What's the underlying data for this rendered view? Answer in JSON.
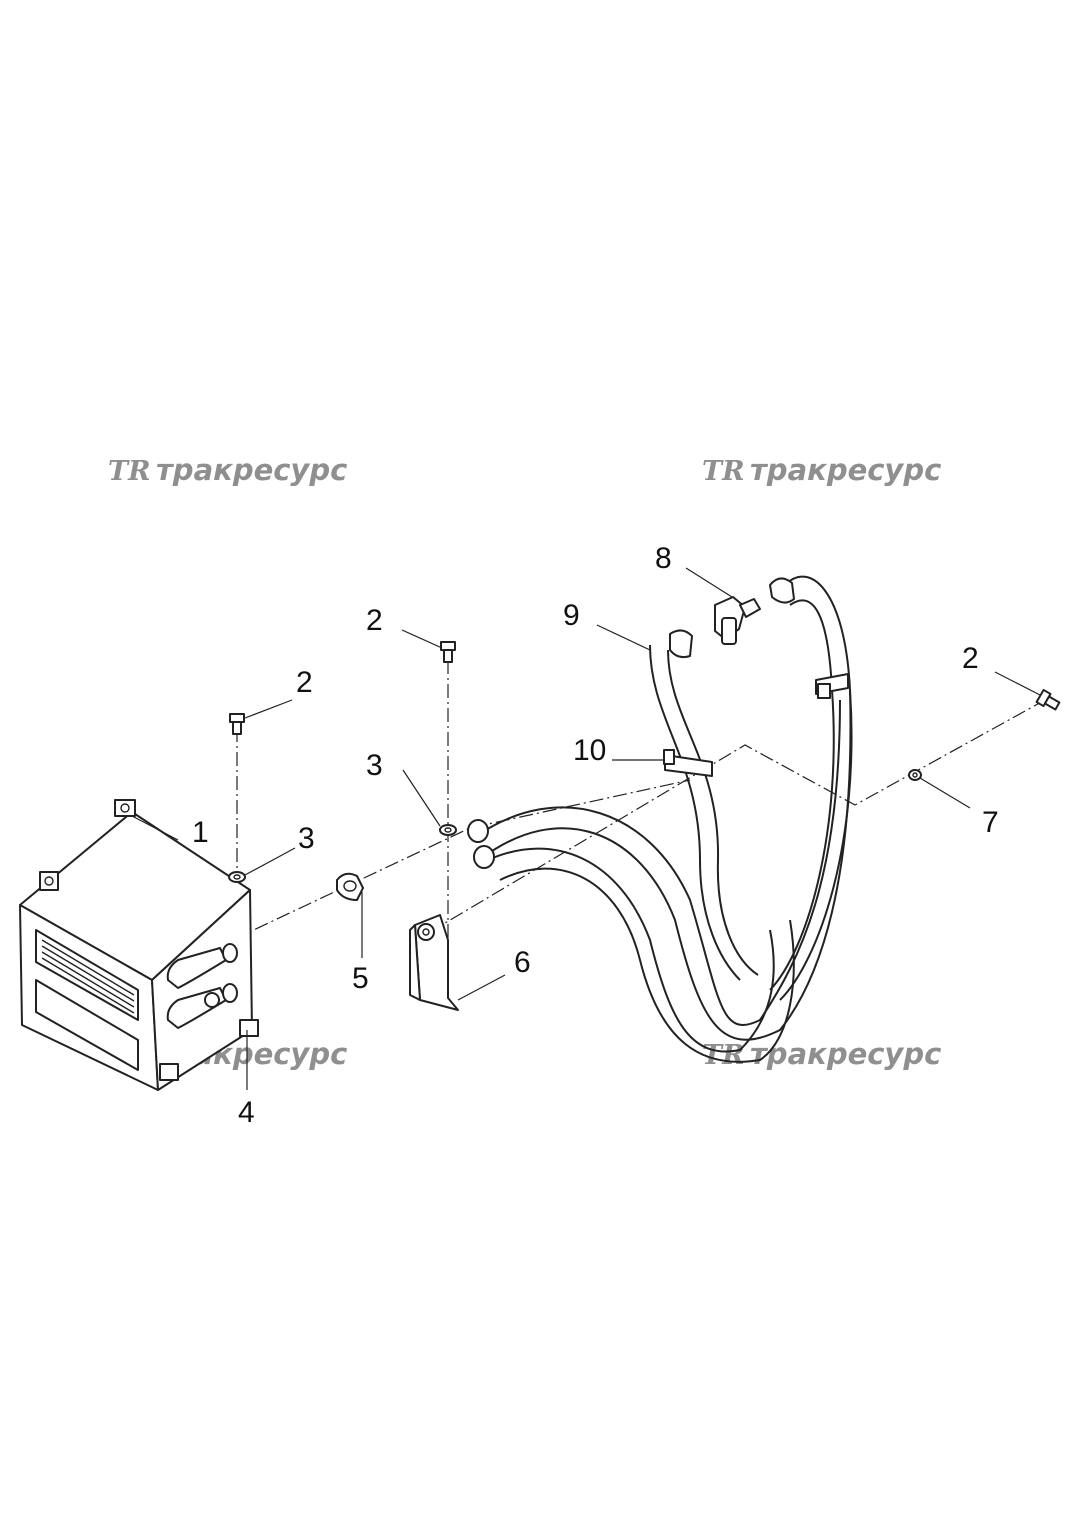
{
  "watermarks": [
    {
      "logo": "TR",
      "text": "тракресурс"
    },
    {
      "logo": "TR",
      "text": "тракресурс"
    },
    {
      "logo": "TR",
      "text": "тракресурс"
    },
    {
      "logo": "TR",
      "text": "тракресурс"
    }
  ],
  "callouts": [
    "1",
    "2",
    "2",
    "2",
    "3",
    "3",
    "4",
    "5",
    "6",
    "7",
    "8",
    "9",
    "10"
  ],
  "colors": {
    "line": "#222222",
    "watermark": "#8f8f8f",
    "background": "#ffffff"
  }
}
